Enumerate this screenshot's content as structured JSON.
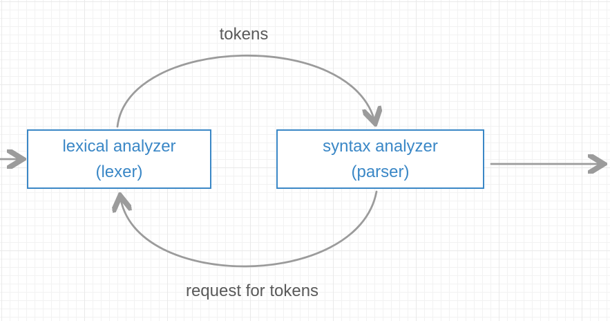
{
  "diagram": {
    "nodes": {
      "lexer": {
        "line1": "lexical analyzer",
        "line2": "(lexer)"
      },
      "parser": {
        "line1": "syntax analyzer",
        "line2": "(parser)"
      }
    },
    "labels": {
      "tokens_arrow": "tokens",
      "request_arrow": "request for tokens"
    },
    "arrows": [
      {
        "name": "input-arrow",
        "from": "outside-left",
        "to": "lexical analyzer"
      },
      {
        "name": "tokens-arrow",
        "from": "lexical analyzer",
        "to": "syntax analyzer",
        "label": "tokens"
      },
      {
        "name": "request-arrow",
        "from": "syntax analyzer",
        "to": "lexical analyzer",
        "label": "request for tokens"
      },
      {
        "name": "output-arrow",
        "from": "syntax analyzer",
        "to": "outside-right"
      }
    ],
    "colors": {
      "node_border": "#3a87c6",
      "node_text": "#3a87c6",
      "arrow": "#9b9b9b",
      "label_text": "#595959",
      "grid_minor": "#f2f2f2",
      "grid_major": "#e9e9e9",
      "background": "#ffffff"
    }
  }
}
